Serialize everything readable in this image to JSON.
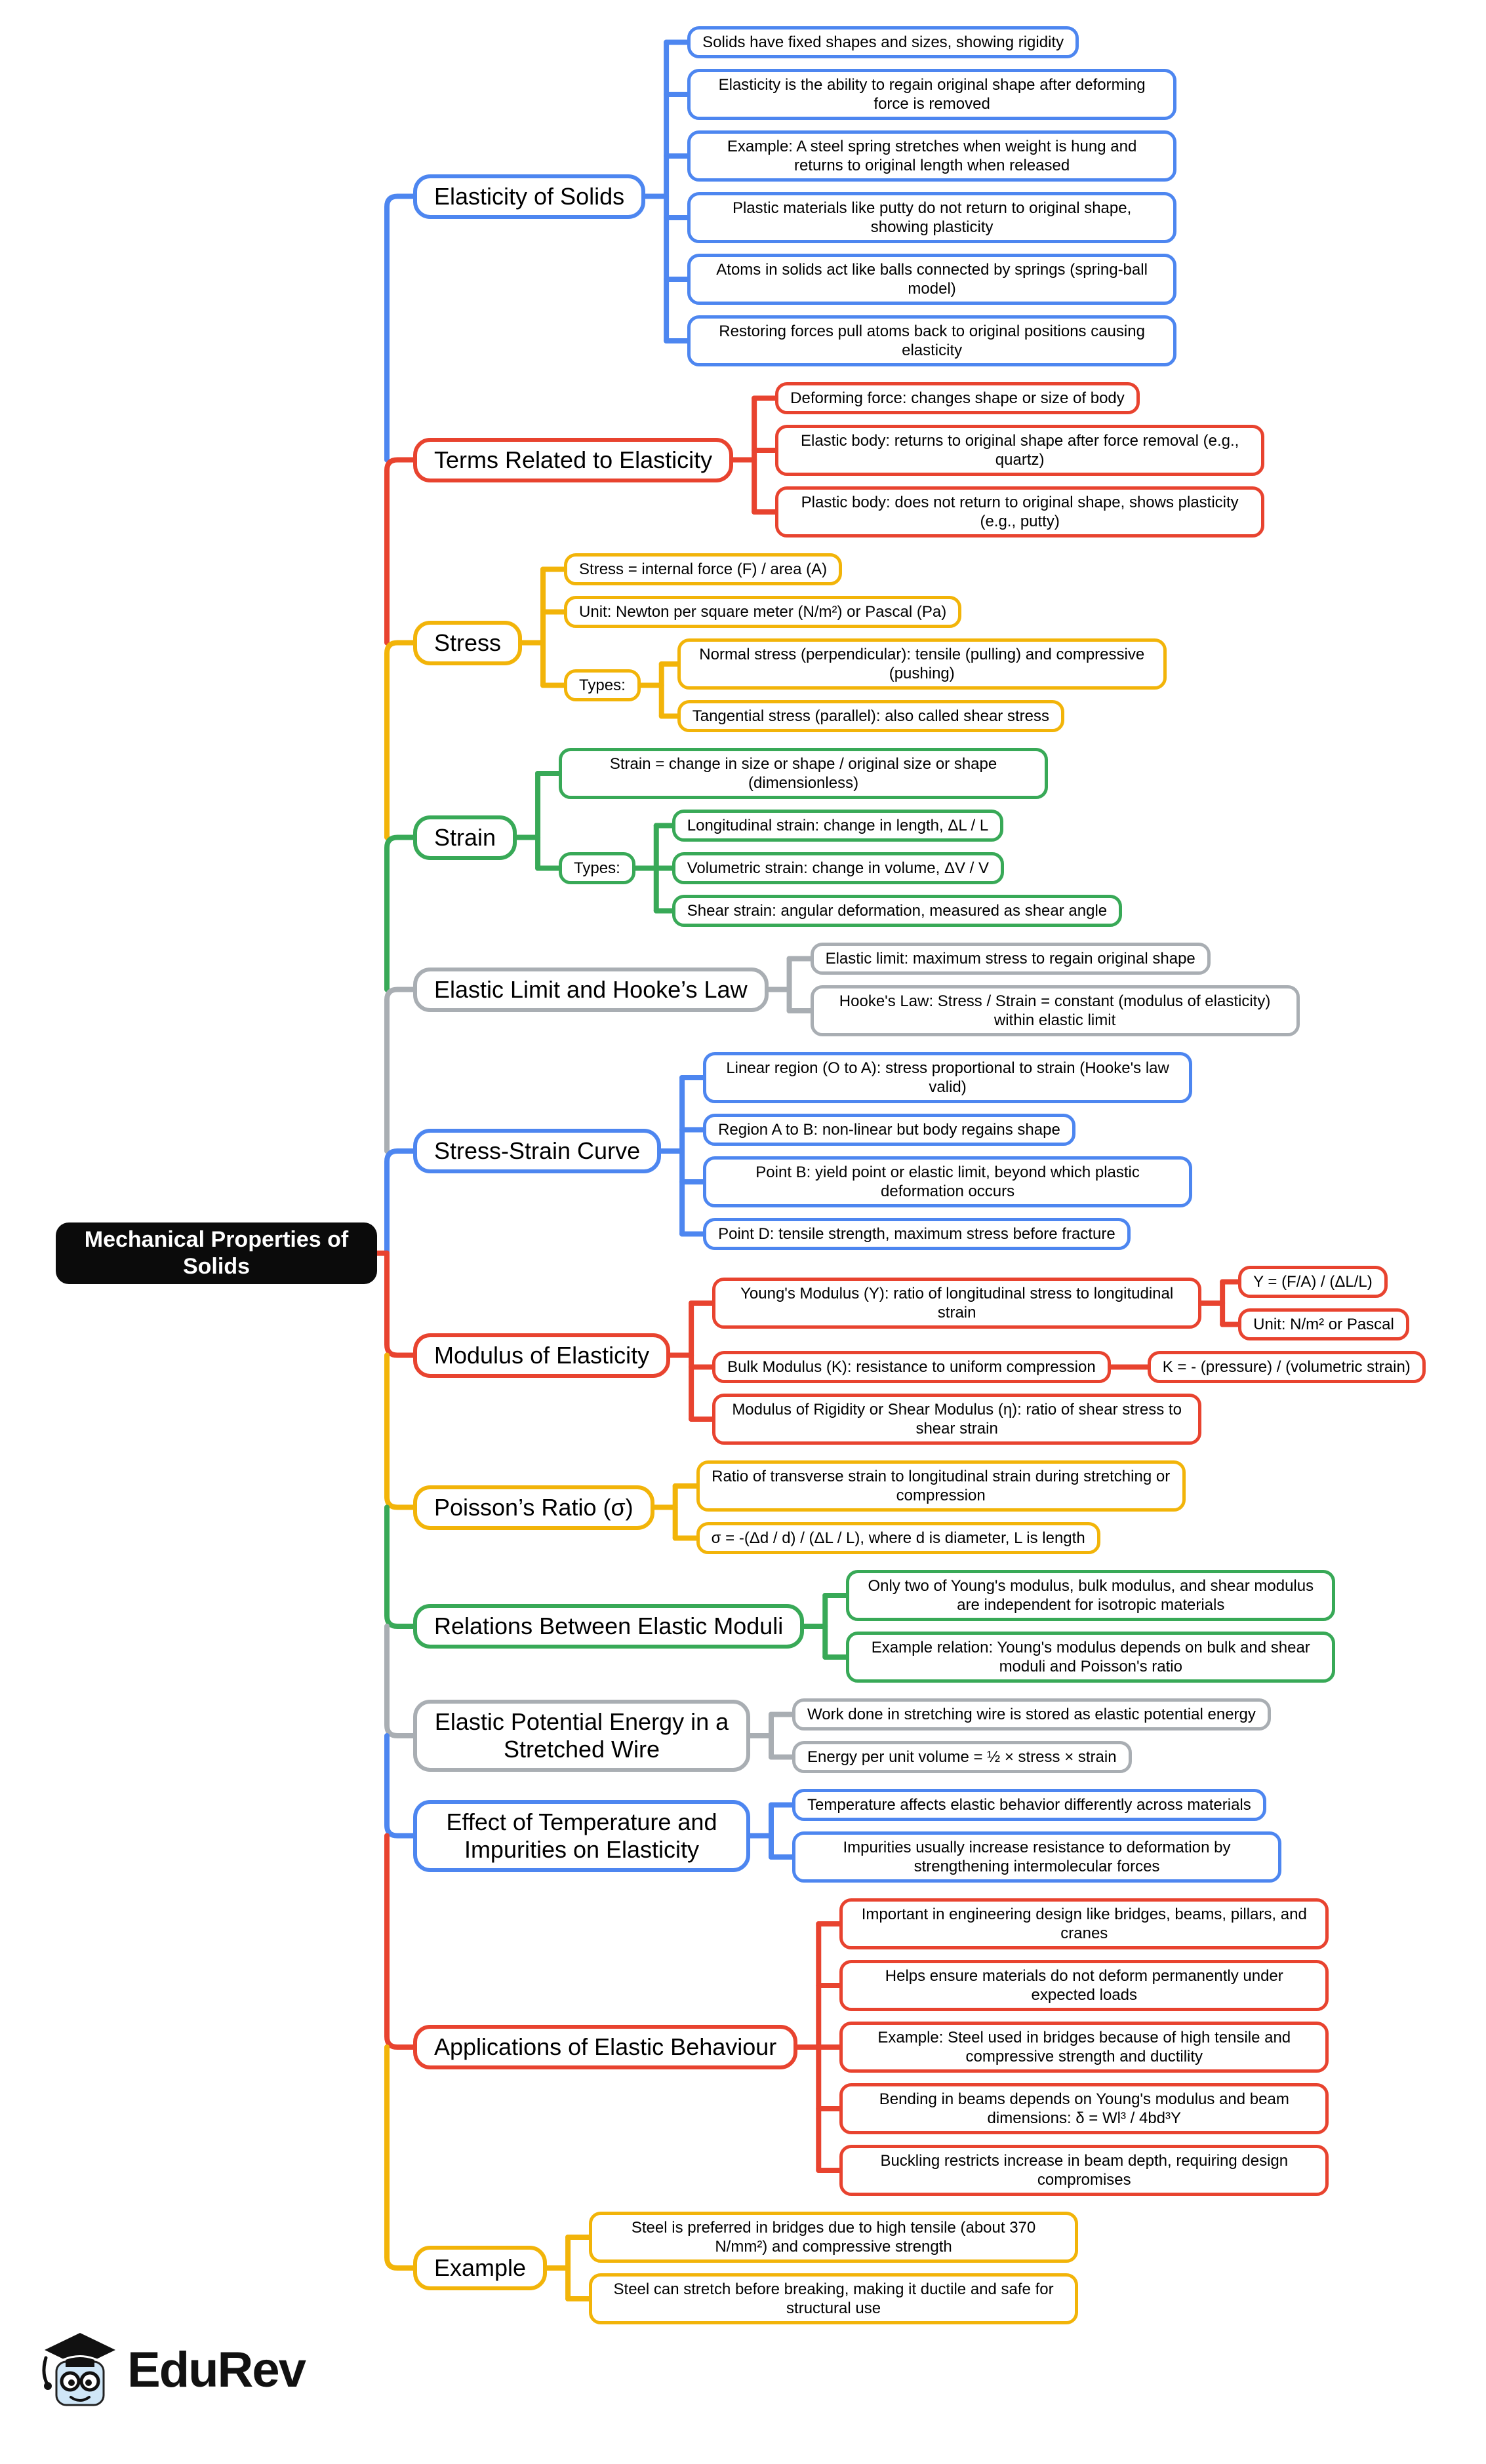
{
  "root": {
    "label": "Mechanical Properties of Solids"
  },
  "colors": {
    "blue": "#4D86F0",
    "red": "#E8432F",
    "yellow": "#F2B409",
    "green": "#38A957",
    "gray": "#A9AEB3",
    "root_bg": "#0B0B0B"
  },
  "branches": [
    {
      "label": "Elasticity of Solids",
      "color": "blue",
      "children": [
        {
          "text": "Solids have fixed shapes and sizes, showing rigidity"
        },
        {
          "text": "Elasticity is the ability to regain original shape after deforming force is removed"
        },
        {
          "text": "Example: A steel spring stretches when weight is hung and returns to original length when released"
        },
        {
          "text": "Plastic materials like putty do not return to original shape, showing plasticity"
        },
        {
          "text": "Atoms in solids act like balls connected by springs (spring-ball model)"
        },
        {
          "text": "Restoring forces pull atoms back to original positions causing elasticity"
        }
      ]
    },
    {
      "label": "Terms Related to Elasticity",
      "color": "red",
      "children": [
        {
          "text": "Deforming force: changes shape or size of body"
        },
        {
          "text": "Elastic body: returns to original shape after force removal (e.g., quartz)"
        },
        {
          "text": "Plastic body: does not return to original shape, shows plasticity (e.g., putty)"
        }
      ]
    },
    {
      "label": "Stress",
      "color": "yellow",
      "children": [
        {
          "text": "Stress = internal force (F) / area (A)"
        },
        {
          "text": "Unit: Newton per square meter (N/m²) or Pascal (Pa)"
        },
        {
          "text": "Types:",
          "children": [
            {
              "text": "Normal stress (perpendicular): tensile (pulling) and compressive (pushing)"
            },
            {
              "text": "Tangential stress (parallel): also called shear stress"
            }
          ]
        }
      ]
    },
    {
      "label": "Strain",
      "color": "green",
      "children": [
        {
          "text": "Strain = change in size or shape / original size or shape (dimensionless)"
        },
        {
          "text": "Types:",
          "children": [
            {
              "text": "Longitudinal strain: change in length, ΔL / L"
            },
            {
              "text": "Volumetric strain: change in volume, ΔV / V"
            },
            {
              "text": "Shear strain: angular deformation, measured as shear angle"
            }
          ]
        }
      ]
    },
    {
      "label": "Elastic Limit and Hooke’s Law",
      "color": "gray",
      "children": [
        {
          "text": "Elastic limit: maximum stress to regain original shape"
        },
        {
          "text": "Hooke's Law: Stress / Strain = constant (modulus of elasticity) within elastic limit"
        }
      ]
    },
    {
      "label": "Stress-Strain Curve",
      "color": "blue",
      "children": [
        {
          "text": "Linear region (O to A): stress proportional to strain (Hooke's law valid)"
        },
        {
          "text": "Region A to B: non-linear but body regains shape"
        },
        {
          "text": "Point B: yield point or elastic limit, beyond which plastic deformation occurs"
        },
        {
          "text": "Point D: tensile strength, maximum stress before fracture"
        }
      ]
    },
    {
      "label": "Modulus of Elasticity",
      "color": "red",
      "children": [
        {
          "text": "Young's Modulus (Y): ratio of longitudinal stress to longitudinal strain",
          "children": [
            {
              "text": "Y = (F/A) / (ΔL/L)"
            },
            {
              "text": "Unit: N/m² or Pascal"
            }
          ]
        },
        {
          "text": "Bulk Modulus (K): resistance to uniform compression",
          "children": [
            {
              "text": "K = - (pressure) / (volumetric strain)"
            }
          ]
        },
        {
          "text": "Modulus of Rigidity or Shear Modulus (η): ratio of shear stress to shear strain"
        }
      ]
    },
    {
      "label": "Poisson’s Ratio (σ)",
      "color": "yellow",
      "children": [
        {
          "text": "Ratio of transverse strain to longitudinal strain during stretching or compression"
        },
        {
          "text": "σ = -(Δd / d) / (ΔL / L), where d is diameter, L is length"
        }
      ]
    },
    {
      "label": "Relations Between Elastic Moduli",
      "color": "green",
      "children": [
        {
          "text": "Only two of Young's modulus, bulk modulus, and shear modulus are independent for isotropic materials"
        },
        {
          "text": "Example relation: Young's modulus depends on bulk and shear moduli and Poisson's ratio"
        }
      ]
    },
    {
      "label": "Elastic Potential Energy in a Stretched Wire",
      "color": "gray",
      "children": [
        {
          "text": "Work done in stretching wire is stored as elastic potential energy"
        },
        {
          "text": "Energy per unit volume = ½ × stress × strain"
        }
      ]
    },
    {
      "label": "Effect of Temperature and Impurities on Elasticity",
      "color": "blue",
      "children": [
        {
          "text": "Temperature affects elastic behavior differently across materials"
        },
        {
          "text": "Impurities usually increase resistance to deformation by strengthening intermolecular forces"
        }
      ]
    },
    {
      "label": "Applications of Elastic Behaviour",
      "color": "red",
      "children": [
        {
          "text": "Important in engineering design like bridges, beams, pillars, and cranes"
        },
        {
          "text": "Helps ensure materials do not deform permanently under expected loads"
        },
        {
          "text": "Example: Steel used in bridges because of high tensile and compressive strength and ductility"
        },
        {
          "text": "Bending in beams depends on Young's modulus and beam dimensions: δ = Wl³ / 4bd³Y"
        },
        {
          "text": "Buckling restricts increase in beam depth, requiring design compromises"
        }
      ]
    },
    {
      "label": "Example",
      "color": "yellow",
      "children": [
        {
          "text": "Steel is preferred in bridges due to high tensile (about 370 N/mm²) and compressive strength"
        },
        {
          "text": "Steel can stretch before breaking, making it ductile and safe for structural use"
        }
      ]
    }
  ],
  "logo": {
    "brand": "EduRev"
  }
}
